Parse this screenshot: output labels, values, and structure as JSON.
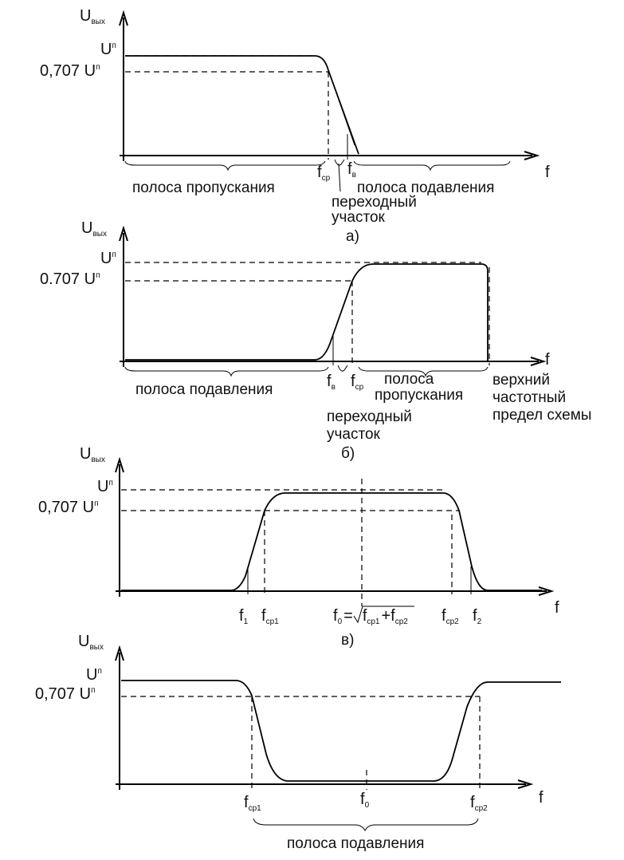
{
  "common": {
    "y_axis": "U",
    "y_axis_sub": "вых",
    "x_axis": "f",
    "level_top": "U",
    "level_top_sub": "п",
    "level_707_value": "0,707 U",
    "level_707_value_b": "0.707 U",
    "level_707_sub": "п"
  },
  "panel_a": {
    "caption": "а)",
    "f_cutoff": "f",
    "f_cutoff_sub": "ср",
    "f_b": "f",
    "f_b_sub": "в",
    "pass_band": "полоса пропускания",
    "transition_1": "переходный",
    "transition_2": "участок",
    "stop_band": "полоса подавления"
  },
  "panel_b": {
    "caption": "б)",
    "f_b": "f",
    "f_b_sub": "в",
    "f_cutoff": "f",
    "f_cutoff_sub": "ср",
    "stop_band": "полоса подавления",
    "pass_band_1": "полоса",
    "pass_band_2": "пропускания",
    "transition_1": "переходный",
    "transition_2": "участок",
    "upper_1": "верхний",
    "upper_2": "частотный",
    "upper_3": "предел схемы"
  },
  "panel_c": {
    "caption": "в)",
    "f1": "f",
    "f1_sub": "1",
    "fcp1": "f",
    "fcp1_sub": "ср1",
    "f0": "f",
    "f0_sub": "0",
    "f0_eq": "=",
    "f0_sqrt_a": "f",
    "f0_sqrt_a_sub": "ср1",
    "f0_plus": "+f",
    "f0_sqrt_b_sub": "ср2",
    "fcp2": "f",
    "fcp2_sub": "ср2",
    "f2": "f",
    "f2_sub": "2"
  },
  "panel_d": {
    "fcp1": "f",
    "fcp1_sub": "ср1",
    "f0": "f",
    "f0_sub": "0",
    "fcp2": "f",
    "fcp2_sub": "ср2",
    "stop_band": "полоса подавления"
  }
}
